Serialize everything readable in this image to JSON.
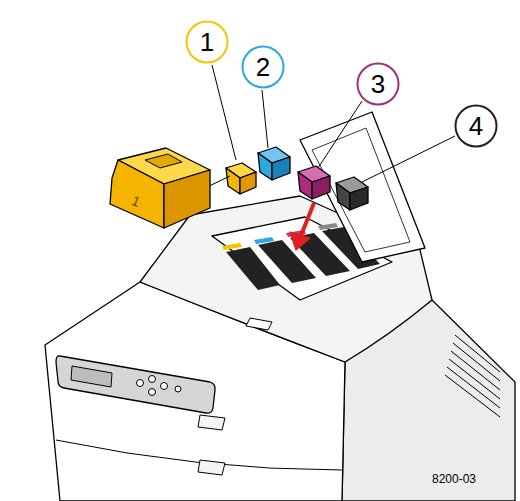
{
  "diagram": {
    "nodes": [
      {
        "text": [
          "1"
        ]
      },
      {
        "text": [
          "2"
        ]
      },
      {
        "text": [
          "3"
        ]
      },
      {
        "text": [
          "4"
        ]
      }
    ],
    "labels": [
      "1",
      "8200-03"
    ]
  }
}
